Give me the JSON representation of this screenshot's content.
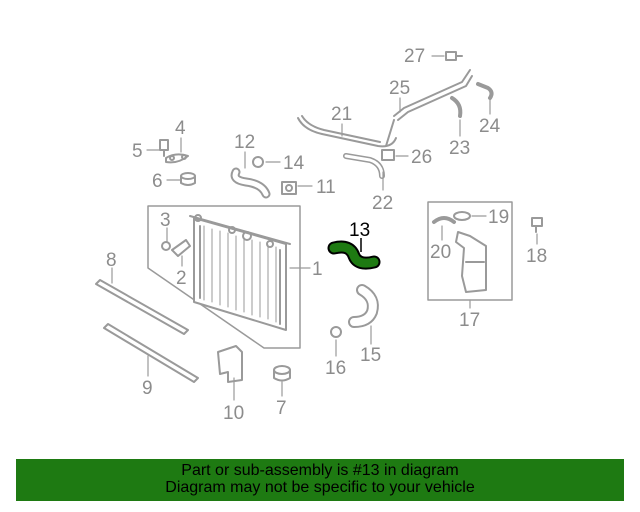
{
  "highlight_color": "#1e7a12",
  "part_color": "#9a9a9a",
  "callouts": {
    "c1": "1",
    "c2": "2",
    "c3": "3",
    "c4": "4",
    "c5": "5",
    "c6": "6",
    "c7": "7",
    "c8": "8",
    "c9": "9",
    "c10": "10",
    "c11": "11",
    "c12": "12",
    "c13": "13",
    "c14": "14",
    "c15": "15",
    "c16": "16",
    "c17": "17",
    "c18": "18",
    "c19": "19",
    "c20": "20",
    "c21": "21",
    "c22": "22",
    "c23": "23",
    "c24": "24",
    "c25": "25",
    "c26": "26",
    "c27": "27"
  },
  "highlighted_part": "13",
  "banner": {
    "line1": "Part or sub-assembly is #13 in diagram",
    "line2": "Diagram may not be specific to your vehicle"
  }
}
